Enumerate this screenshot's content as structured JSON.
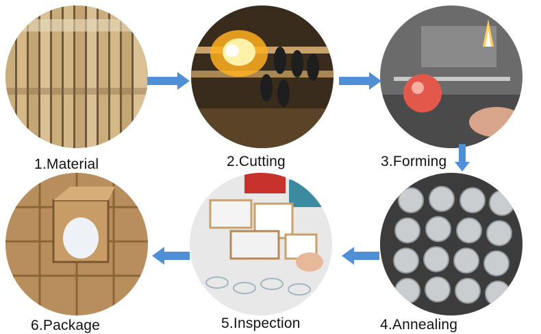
{
  "steps": [
    {
      "label": "1.Material",
      "subject": "paper-wrapped glass tubes"
    },
    {
      "label": "2.Cutting",
      "subject": "flame cutting of glass tube"
    },
    {
      "label": "3.Forming",
      "subject": "torch forming red glass bulb"
    },
    {
      "label": "4.Annealing",
      "subject": "rows of clear glass globes"
    },
    {
      "label": "5.Inspection",
      "subject": "workers checking glassware and boxes"
    },
    {
      "label": "6.Package",
      "subject": "cardboard boxes with wrapped glass"
    }
  ],
  "colors": {
    "arrow": "#4f8fd6",
    "label": "#111111"
  }
}
